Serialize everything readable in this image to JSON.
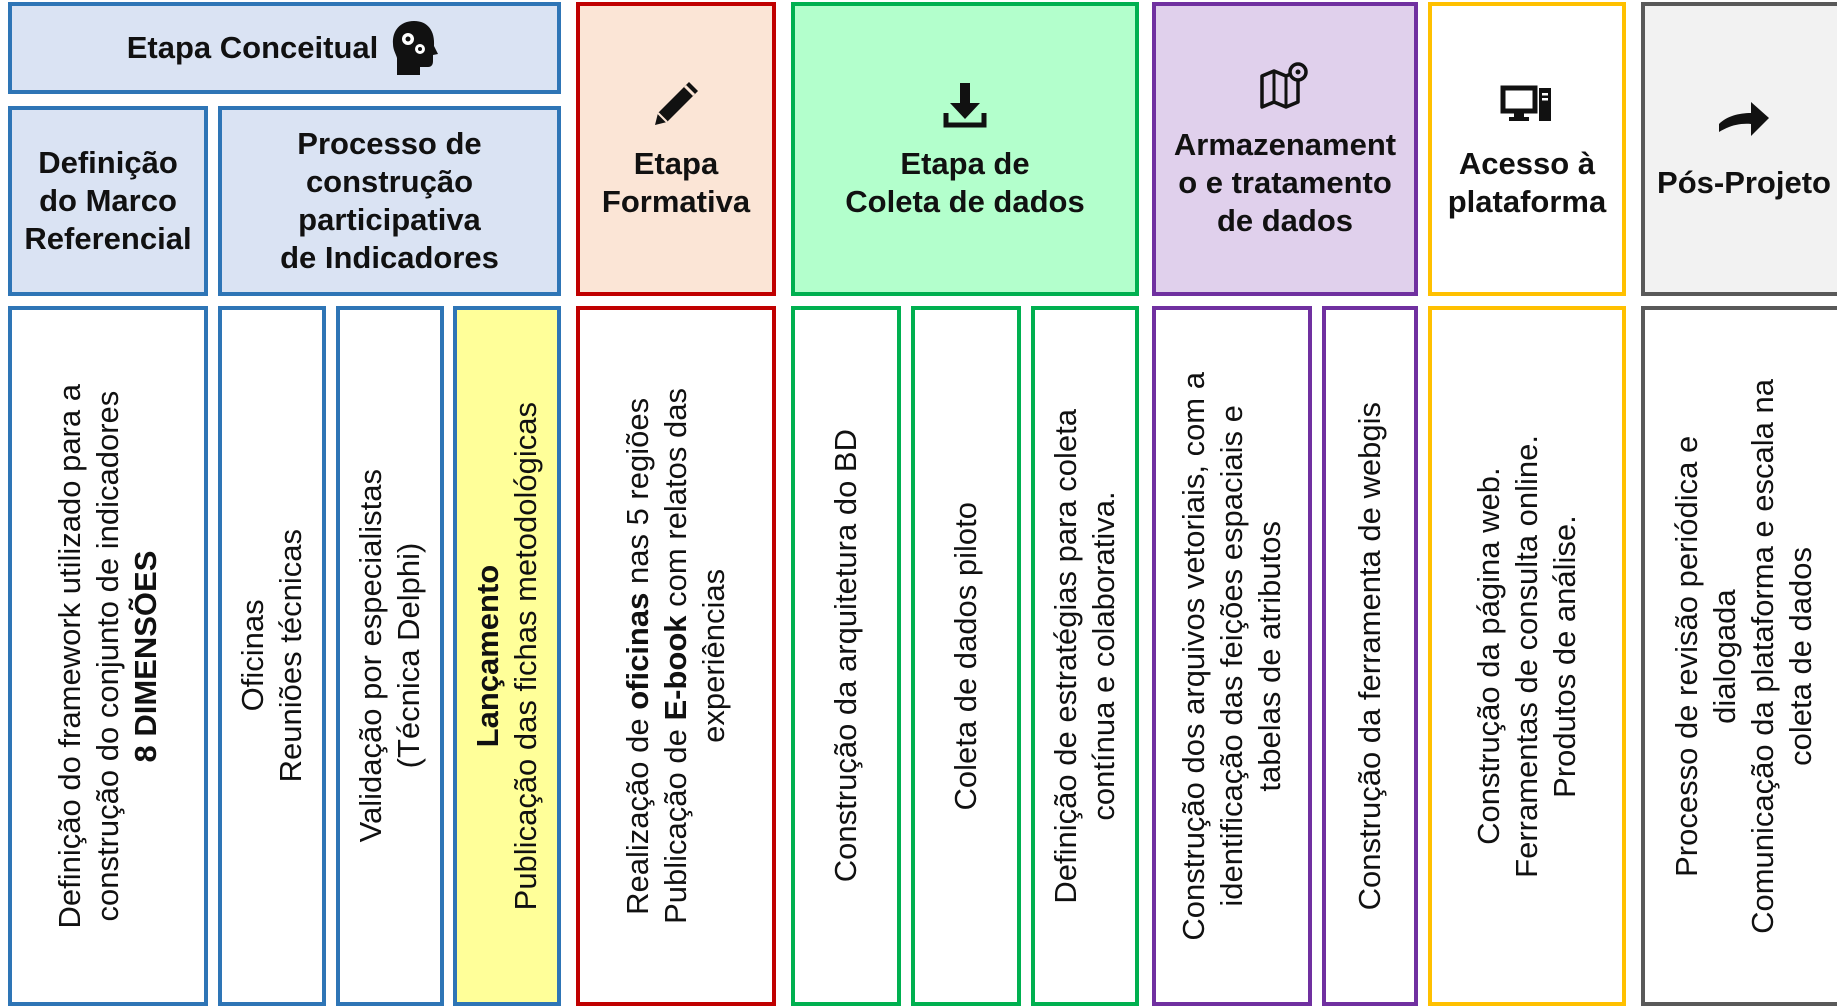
{
  "headers": {
    "conceitual": "Etapa Conceitual",
    "marco": "Definição\ndo Marco\nReferencial",
    "processo": "Processo de\nconstrução\nparticipativa\nde Indicadores",
    "formativa": "Etapa\nFormativa",
    "coleta": "Etapa de\nColeta de dados",
    "armazenamento": "Armazenament\no e tratamento\nde dados",
    "acesso": "Acesso à\nplataforma",
    "pos": "Pós-Projeto"
  },
  "columns": {
    "marco": {
      "line1": "Definição do framework utilizado para a",
      "line2": "construção do conjunto de indicadores",
      "line3": "8 DIMENSÕES"
    },
    "oficinas": {
      "line1": "Oficinas",
      "line2": "Reuniões técnicas"
    },
    "validacao": {
      "line1": "Validação por especialistas",
      "line2": "(Técnica Delphi)"
    },
    "lancamento": {
      "line1": "Lançamento",
      "line2": "Publicação das fichas metodológicas"
    },
    "formativa": {
      "l1_a": "Realização de ",
      "l1_b": "oficinas",
      "l1_c": " nas 5 regiões",
      "l2_a": "Publicação de ",
      "l2_b": "E-book",
      "l2_c": " com relatos das",
      "l3": "experiências"
    },
    "arquitetura": {
      "line1": "Construção da arquitetura do BD"
    },
    "piloto": {
      "line1": "Coleta de dados piloto"
    },
    "estrategias": {
      "line1": "Definição de estratégias para coleta",
      "line2": "contínua e colaborativa."
    },
    "vetoriais": {
      "line1": "Construção dos arquivos vetoriais, com a",
      "line2": "identificação das feições espaciais e",
      "line3": "tabelas de atributos"
    },
    "webgis": {
      "line1": "Construção da ferramenta de webgis"
    },
    "acesso": {
      "line1": "Construção da página web.",
      "line2": "Ferramentas de consulta online.",
      "line3": "Produtos de análise."
    },
    "pos": {
      "line1": "Processo de revisão periódica e",
      "line2": "dialogada",
      "line3": "Comunicação da plataforma e escala na",
      "line4": "coleta de dados"
    }
  },
  "icons": {
    "conceitual": "head-gears-icon",
    "formativa": "pencil-icon",
    "coleta": "download-icon",
    "armazenamento": "map-pin-icon",
    "acesso": "computer-icon",
    "pos": "curved-arrow-icon"
  },
  "colors": {
    "blue": "#2e75b6",
    "red": "#c00000",
    "green": "#00b050",
    "purple": "#7030a0",
    "yellow": "#ffc000",
    "grey": "#595959"
  }
}
